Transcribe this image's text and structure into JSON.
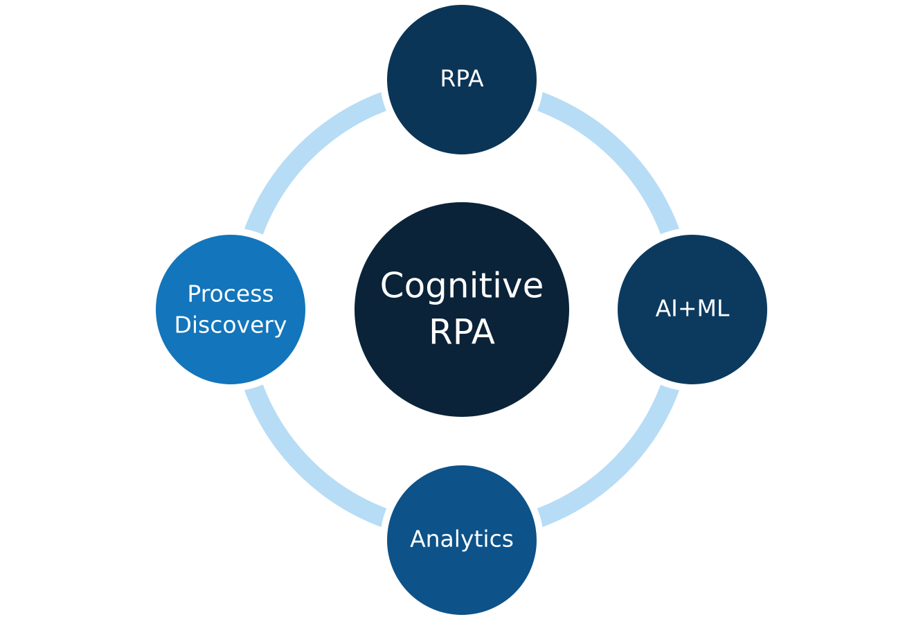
{
  "center": {
    "line1": "Cognitive",
    "line2": "RPA",
    "color": "#0a2338"
  },
  "nodes": {
    "top": {
      "label": "RPA",
      "color": "#0b3556"
    },
    "right": {
      "label": "AI+ML",
      "color": "#0b3a5e"
    },
    "bottom": {
      "label": "Analytics",
      "color": "#0d5289"
    },
    "left": {
      "line1": "Process",
      "line2": "Discovery",
      "color": "#1375bb"
    }
  },
  "ring": {
    "color": "#b7dcf5"
  }
}
